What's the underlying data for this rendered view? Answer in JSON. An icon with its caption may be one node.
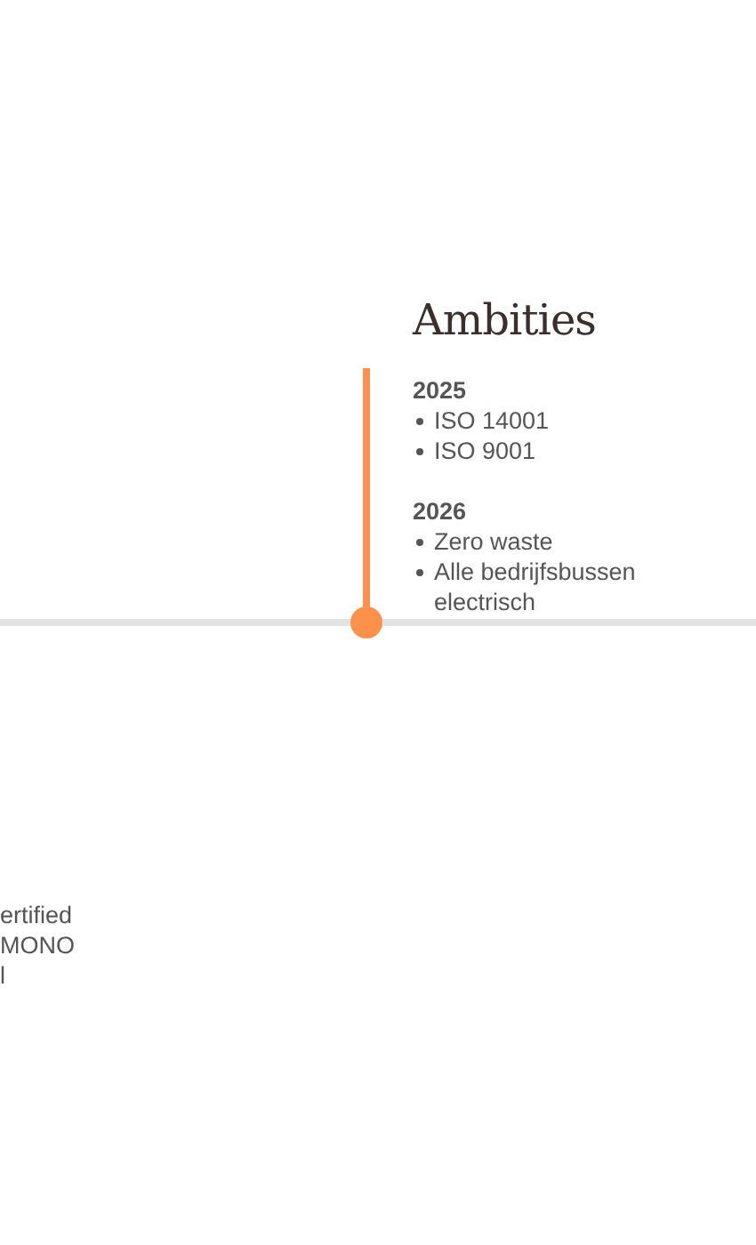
{
  "diagram": {
    "labels": [
      "Ambities",
      "2025",
      "ISO 14001",
      "ISO 9001",
      "2026",
      "Zero waste",
      "Alle bedrijfsbussen electrisch",
      "ertified",
      "MONO",
      "l"
    ]
  }
}
